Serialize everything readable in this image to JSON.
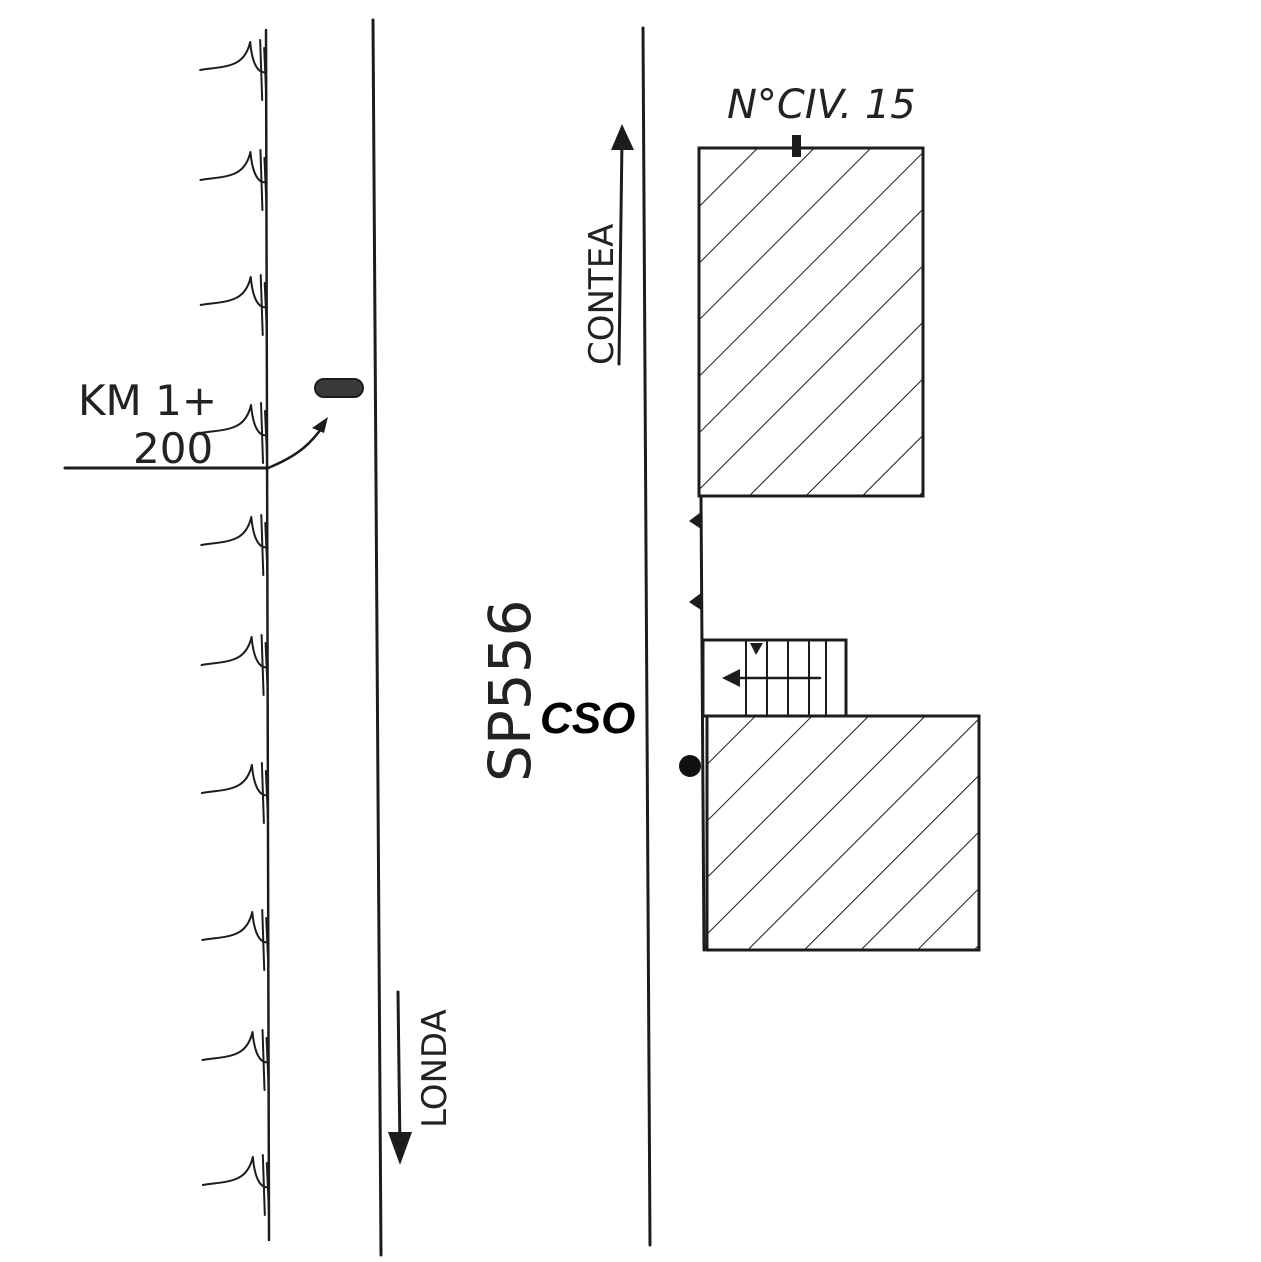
{
  "labels": {
    "house_number": "N°CIV. 15",
    "road_name": "SP556",
    "direction_up": "CONTEA",
    "direction_down": "LONDA",
    "km_line1": "KM 1+",
    "km_line2": "200",
    "outfall": "CSO"
  },
  "colors": {
    "ink": "#1c1c1c",
    "paper": "#ffffff"
  }
}
